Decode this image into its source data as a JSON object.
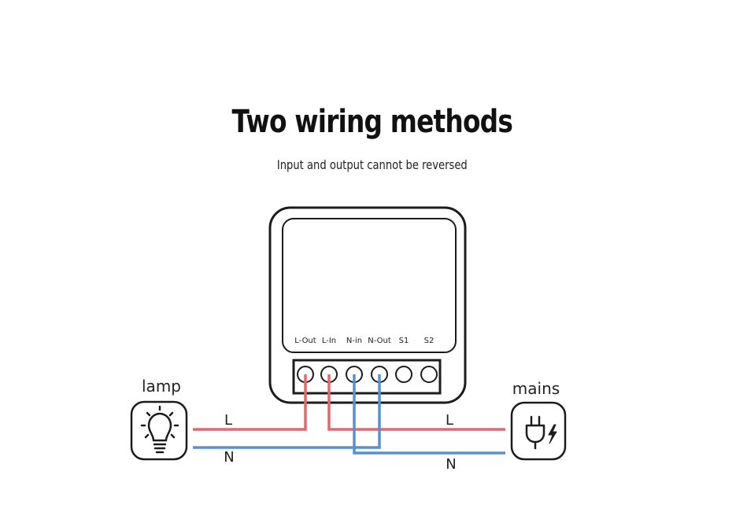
{
  "header": {
    "title": "Two wiring methods",
    "subtitle": "Input and output cannot be reversed"
  },
  "device": {
    "terminals": [
      "L-Out",
      "L-In",
      "N-in",
      "N-Out",
      "S1",
      "S2"
    ]
  },
  "lamp": {
    "label": "lamp",
    "icon": "lightbulb-icon"
  },
  "mains": {
    "label": "mains",
    "icon": "power-plug-icon"
  },
  "wires": {
    "left_live": "L",
    "left_neutral": "N",
    "right_live": "L",
    "right_neutral": "N"
  },
  "colors": {
    "live": "#e0696f",
    "neutral": "#5a8fd0",
    "outline": "#1c1c1c"
  }
}
